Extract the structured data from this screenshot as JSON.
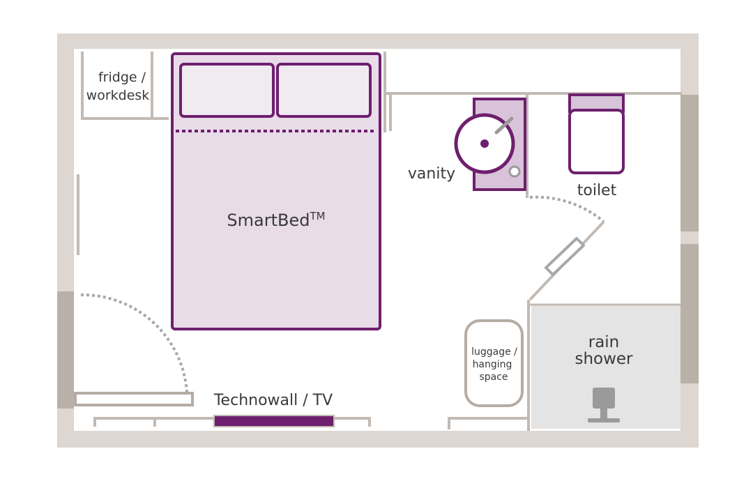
{
  "labels": {
    "fridge_line1": "fridge /",
    "fridge_line2": "workdesk",
    "bed": "SmartBed",
    "bed_tm": "TM",
    "vanity": "vanity",
    "toilet": "toilet",
    "luggage_line1": "luggage /",
    "luggage_line2": "hanging",
    "luggage_line3": "space",
    "shower_line1": "rain",
    "shower_line2": "shower",
    "technowall": "Technowall / TV"
  },
  "colors": {
    "wall_outer": "#ddd6d1",
    "wall_dark": "#b9b0a8",
    "wall_line": "#c2bab3",
    "purple": "#6e1f6e",
    "purple_fill": "#e8dce8",
    "purple_light": "#d8c4d8",
    "vanity_fill": "#d9c3da",
    "shower_fill": "#e4e4e4",
    "grey_fixture": "#9a9a9a",
    "text": "#3a3a3a"
  }
}
